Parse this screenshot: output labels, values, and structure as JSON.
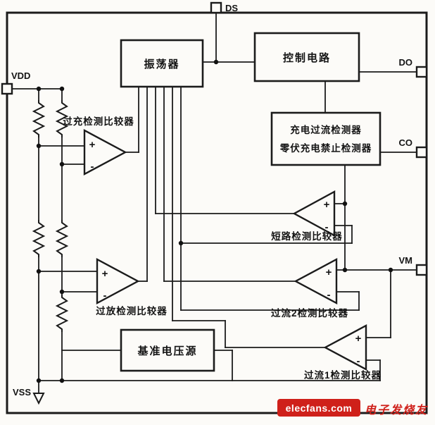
{
  "pins": {
    "ds": {
      "label": "DS"
    },
    "do": {
      "label": "DO"
    },
    "co": {
      "label": "CO"
    },
    "vm": {
      "label": "VM"
    },
    "vdd": {
      "label": "VDD"
    },
    "vss": {
      "label": "VSS"
    }
  },
  "blocks": {
    "oscillator": {
      "label": "振荡器"
    },
    "control": {
      "label": "控制电路"
    },
    "detector": {
      "line1": "充电过流检测器",
      "line2": "零伏充电禁止检测器"
    },
    "reference": {
      "label": "基准电压源"
    }
  },
  "comparators": {
    "overcharge": {
      "label": "过充检测比较器"
    },
    "short_circuit": {
      "label": "短路检测比较器"
    },
    "overdischarge": {
      "label": "过放检测比较器"
    },
    "overcurrent2": {
      "label": "过流2检测比较器"
    },
    "overcurrent1": {
      "label": "过流1检测比较器"
    }
  },
  "signs": {
    "plus": "+",
    "minus": "-"
  },
  "watermark": {
    "brand": "elecfans.com",
    "suffix": "电子发烧友"
  },
  "colors": {
    "ink": "#1b1b1b",
    "watermark_red": "#cf201a",
    "background": "#fcfbf8"
  }
}
